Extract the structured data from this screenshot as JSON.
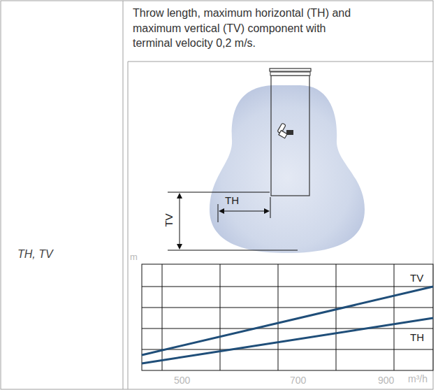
{
  "diagram": {
    "labels": [
      "TH, TV",
      "Throw length, maximum horizontal (TH) and maximum vertical (TV) component with terminal velocity 0,2 m/s.",
      "TH",
      "TV",
      "m",
      "TV",
      "TH",
      "500",
      "700",
      "900",
      "m³/h"
    ]
  }
}
